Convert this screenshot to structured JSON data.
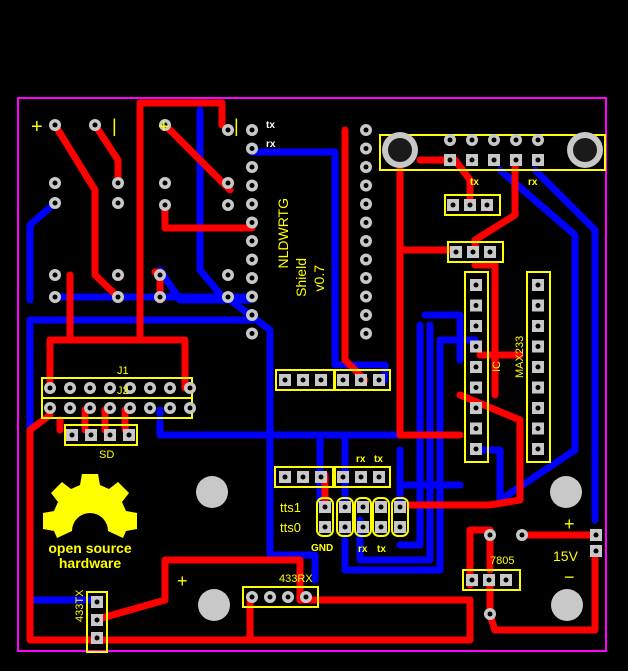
{
  "board": {
    "title_lines": [
      "NLDWRTG",
      "Shield",
      "v0.7"
    ],
    "logo_text": [
      "open source",
      "hardware"
    ]
  },
  "labels": {
    "tx_top": "tx",
    "rx_top": "rx",
    "header_tx": "tx",
    "header_rx": "rx",
    "j1": "J1",
    "j2": "J2",
    "sd": "SD",
    "max233": "MAX233",
    "ic": "IC",
    "rx_mid": "rx",
    "tx_mid": "tx",
    "tts1": "tts1",
    "tts0": "tts0",
    "gnd": "GND",
    "rx_low": "rx",
    "tx_low": "tx",
    "rx433": "433RX",
    "tx433": "433TX",
    "reg": "7805",
    "volt": "15V",
    "plus_left": "+",
    "plus_right": "+",
    "minus_right": "−",
    "relay1_plus": "+",
    "relay1_pipe": "|",
    "relay2_plus": "+",
    "relay2_pipe": "|"
  },
  "colors": {
    "background": "#000000",
    "top_copper": "#ff0000",
    "bottom_copper": "#0000ff",
    "silkscreen": "#ffff00",
    "outline": "#ff00ff",
    "pad": "#c8c8c8"
  }
}
